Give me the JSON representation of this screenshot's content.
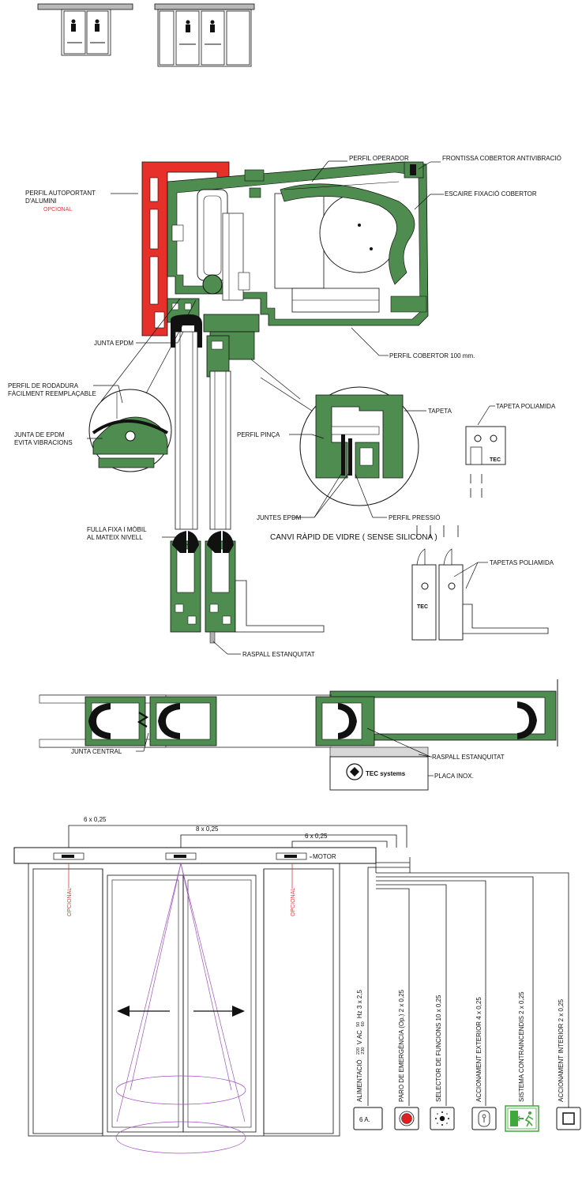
{
  "colors": {
    "profile_green": "#4e8c50",
    "autoportant_red": "#e8302a",
    "optional_red": "#e53935",
    "sensor_purple": "#a24fc4",
    "emergency_exit_green": "#3ea83a",
    "emergency_button_red": "#e02020"
  },
  "section_detail": {
    "labels": {
      "perfil_operador": "PERFIL OPERADOR",
      "frontissa": "FRONTISSA COBERTOR ANTIVIBRACIÓ",
      "perfil_autoportant_1": "PERFIL AUTOPORTANT",
      "perfil_autoportant_2": "D'ALUMINI",
      "opcional": "OPCIONAL",
      "escaire": "ESCAIRE FIXACIÓ COBERTOR",
      "perfil_cobertor": "PERFIL COBERTOR 100 mm.",
      "junta_epdm": "JUNTA EPDM",
      "perfil_rodadura_1": "PERFIL DE RODADURA",
      "perfil_rodadura_2": "FÀCILMENT REEMPLAÇABLE",
      "junta_vibracions_1": "JUNTA DE EPDM",
      "junta_vibracions_2": "EVITA VIBRACIONS",
      "tapeta": "TAPETA",
      "tapeta_poliamida": "TAPETA POLIAMIDA",
      "perfil_pinca": "PERFIL PINÇA",
      "juntes_epdm": "JUNTES EPDM",
      "perfil_pressio": "PERFIL PRESSIÓ",
      "canvi_rapid": "CANVI RÀPID DE VIDRE ( SENSE SILICONA )",
      "fulla_fixa_1": "FULLA FIXA I MÒBIL",
      "fulla_fixa_2": "AL MATEIX NIVELL",
      "tapetas_poliamida": "TAPETAS POLIAMIDA",
      "raspall": "RASPALL ESTANQUITAT"
    }
  },
  "plan_detail": {
    "labels": {
      "raspall": "RASPALL ESTANQUITAT",
      "junta_central": "JUNTA CENTRAL",
      "placa_inox": "PLACA INOX."
    },
    "logo_text": "TEC systems"
  },
  "wiring": {
    "cables": {
      "left_sensor": "6 x 0,25",
      "center_sensor": "8 x 0,25",
      "right_sensor": "6 x 0,25"
    },
    "motor_label": "MOTOR",
    "opcional_left": "OPCIONAL",
    "opcional_right": "OPCIONAL",
    "connections": [
      {
        "label": "ALIMENTACIÓ",
        "v1": "220",
        "v2": "230",
        "mid": "V AC",
        "f1": "50",
        "f2": "60",
        "suffix": "Hz  3 x 2,5",
        "device": "6 A.",
        "icon": "fuse-icon"
      },
      {
        "label": "PARO DE EMERGÈNCIA (Op.)  2 x 0,25",
        "icon": "emergency-stop-icon"
      },
      {
        "label": "SELECTOR DE FUNCIONS  10 x 0,25",
        "icon": "function-selector-icon"
      },
      {
        "label": "ACCIONAMENT EXTERIOR  4 x 0,25",
        "icon": "key-switch-icon"
      },
      {
        "label": "SISTEMA CONTRAINCENDIS  2 x 0,25",
        "icon": "emergency-exit-icon"
      },
      {
        "label": "ACCIONAMENT INTERIOR 2 x 0,25",
        "icon": "push-button-icon"
      }
    ]
  }
}
